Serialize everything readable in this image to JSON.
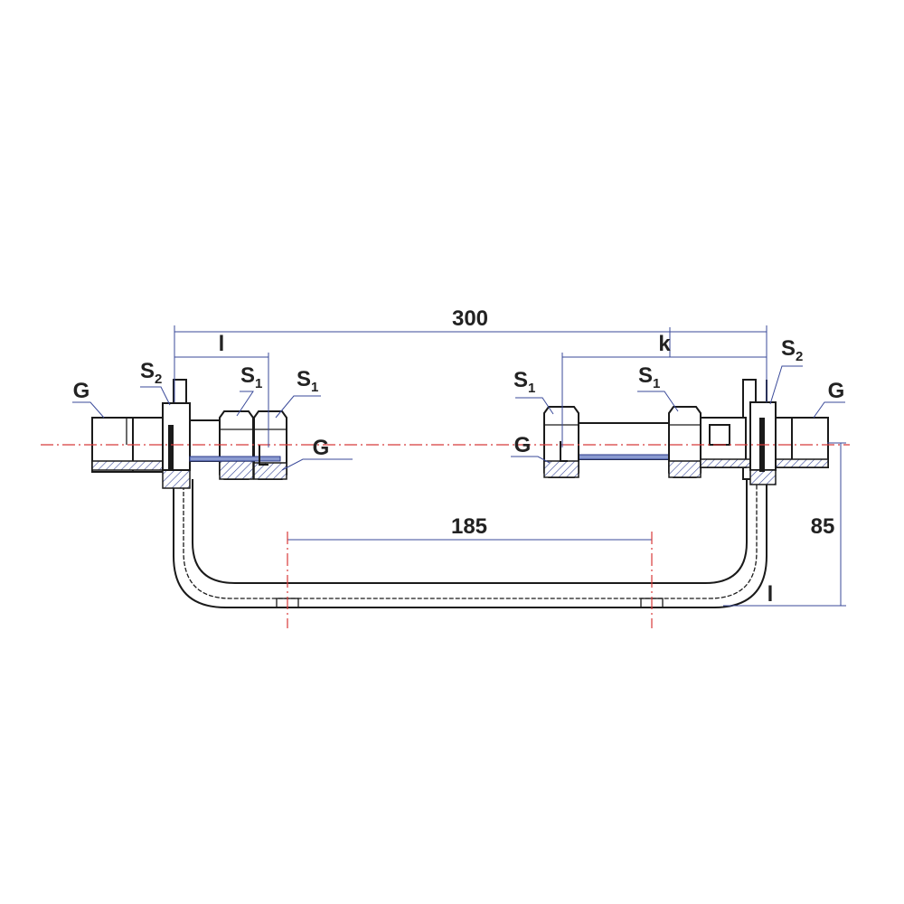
{
  "drawing": {
    "dimensions": {
      "overall_width": "300",
      "left_length": "l",
      "right_length": "k",
      "hole_spacing": "185",
      "height": "85",
      "bracket_thickness": "l"
    },
    "left_labels": {
      "thread": "G",
      "locknut": {
        "main": "S",
        "sub": "2"
      },
      "nut_a": {
        "main": "S",
        "sub": "1"
      },
      "nut_b": {
        "main": "S",
        "sub": "1"
      },
      "pipe_thread": "G"
    },
    "right_labels": {
      "nut_a": {
        "main": "S",
        "sub": "1"
      },
      "pipe_thread": "G",
      "nut_b": {
        "main": "S",
        "sub": "1"
      },
      "locknut": {
        "main": "S",
        "sub": "2"
      },
      "thread": "G"
    },
    "colors": {
      "line": "#1a1a1a",
      "dimension": "#3a4a9a",
      "centerline": "#d83a3a"
    }
  }
}
